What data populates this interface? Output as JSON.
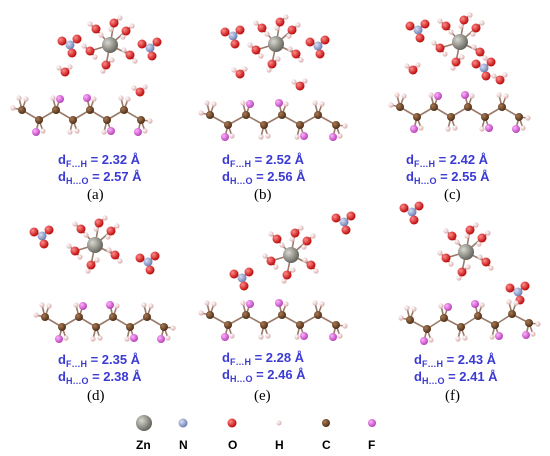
{
  "panels": [
    {
      "label": "(a)",
      "d_fh_value": " = 2.32 Å",
      "d_ho_value": " = 2.57 Å"
    },
    {
      "label": "(b)",
      "d_fh_value": " = 2.52 Å",
      "d_ho_value": " = 2.56 Å"
    },
    {
      "label": "(c)",
      "d_fh_value": " = 2.42 Å",
      "d_ho_value": " = 2.55 Å"
    },
    {
      "label": "(d)",
      "d_fh_value": " = 2.35 Å",
      "d_ho_value": " = 2.38 Å"
    },
    {
      "label": "(e)",
      "d_fh_value": " = 2.28 Å",
      "d_ho_value": " = 2.46 Å"
    },
    {
      "label": "(f)",
      "d_fh_value": " = 2.43 Å",
      "d_ho_value": " = 2.41 Å"
    }
  ],
  "distance_symbol": "d",
  "fh_subscript": "F…H",
  "ho_subscript": "H…O",
  "legend": [
    {
      "label": "Zn",
      "color": "#8a8a80"
    },
    {
      "label": "N",
      "color": "#8e9fd0"
    },
    {
      "label": "O",
      "color": "#e21010"
    },
    {
      "label": "H",
      "color": "#f6d7d7"
    },
    {
      "label": "C",
      "color": "#6b3f1f"
    },
    {
      "label": "F",
      "color": "#dc63dc"
    }
  ]
}
